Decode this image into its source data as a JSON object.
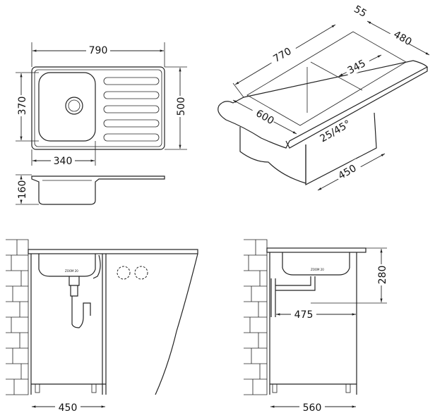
{
  "plan_view": {
    "width": "790",
    "depth": "500",
    "bowl_depth": "370",
    "bowl_width": "340"
  },
  "side_view": {
    "height": "160"
  },
  "iso_view": {
    "length": "770",
    "rim": "55",
    "depth": "480",
    "bowl_width": "345",
    "front_width": "600",
    "radius": "25/45°",
    "cabinet": "450"
  },
  "front_section": {
    "cabinet_width": "450"
  },
  "side_section": {
    "cabinet_depth": "560",
    "drain_offset": "475",
    "drain_height": "280"
  },
  "colors": {
    "line": "#222222",
    "background": "#ffffff"
  }
}
